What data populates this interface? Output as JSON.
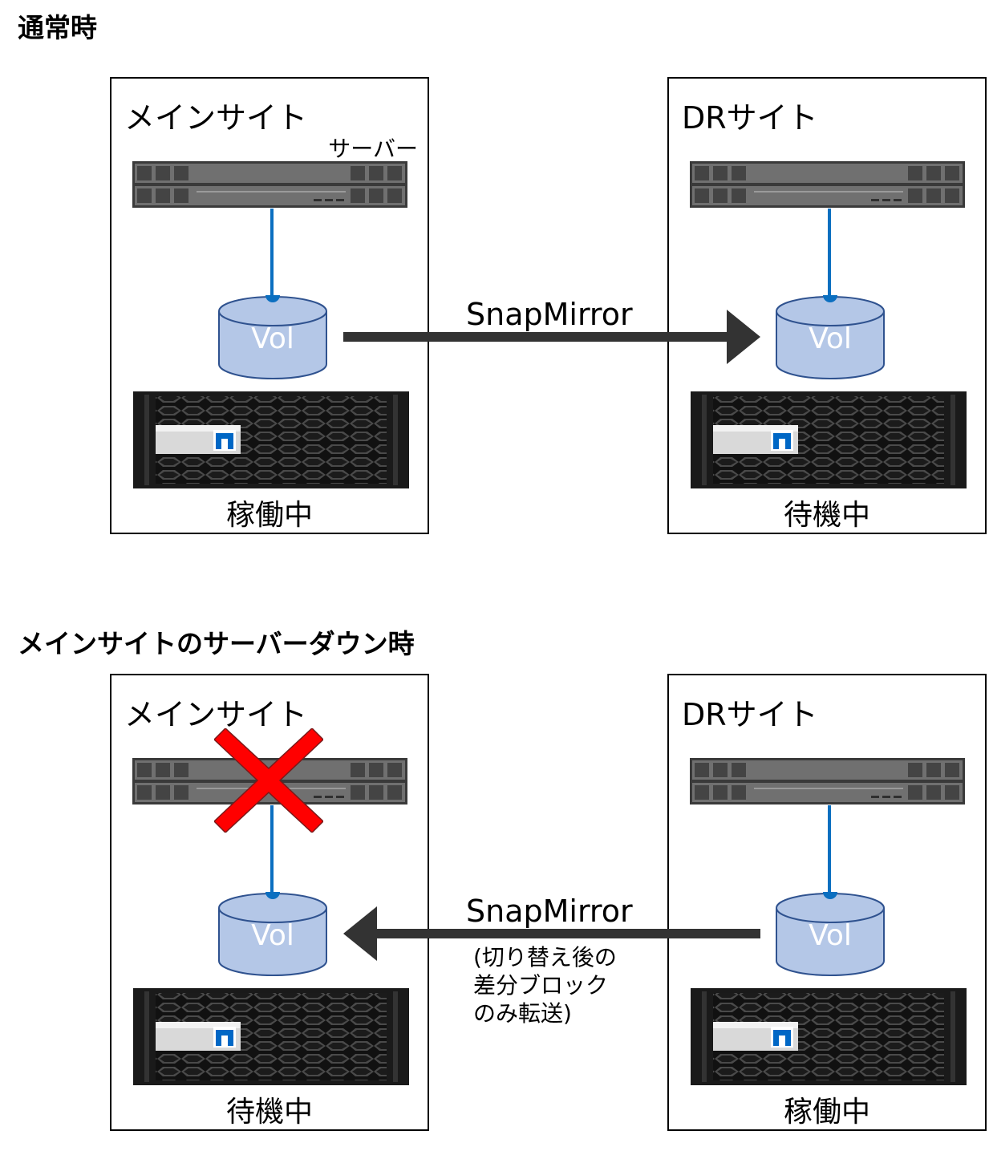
{
  "sections": [
    {
      "heading": "通常時",
      "main_site": {
        "name": "メインサイト",
        "server_caption": "サーバー",
        "volume_label": "Vol",
        "status": "稼働中",
        "server_down": false
      },
      "dr_site": {
        "name": "DRサイト",
        "volume_label": "Vol",
        "status": "待機中"
      },
      "replication": {
        "label": "SnapMirror",
        "direction": "main-to-dr",
        "note": ""
      }
    },
    {
      "heading": "メインサイトのサーバーダウン時",
      "main_site": {
        "name": "メインサイト",
        "server_caption": "",
        "volume_label": "Vol",
        "status": "待機中",
        "server_down": true
      },
      "dr_site": {
        "name": "DRサイト",
        "volume_label": "Vol",
        "status": "稼働中"
      },
      "replication": {
        "label": "SnapMirror",
        "direction": "dr-to-main",
        "note": "(切り替え後の\n差分ブロック\nのみ転送)"
      }
    }
  ],
  "colors": {
    "connector": "#0b6fc0",
    "volume_fill": "#b4c7e7",
    "volume_stroke": "#2f528f",
    "volume_text": "#ffffff",
    "arrow": "#333333",
    "server_body": "#6e6e6e",
    "storage_body": "#1a1a1a",
    "brand_blue": "#0067c5",
    "failure_mark": "#ff0000"
  }
}
